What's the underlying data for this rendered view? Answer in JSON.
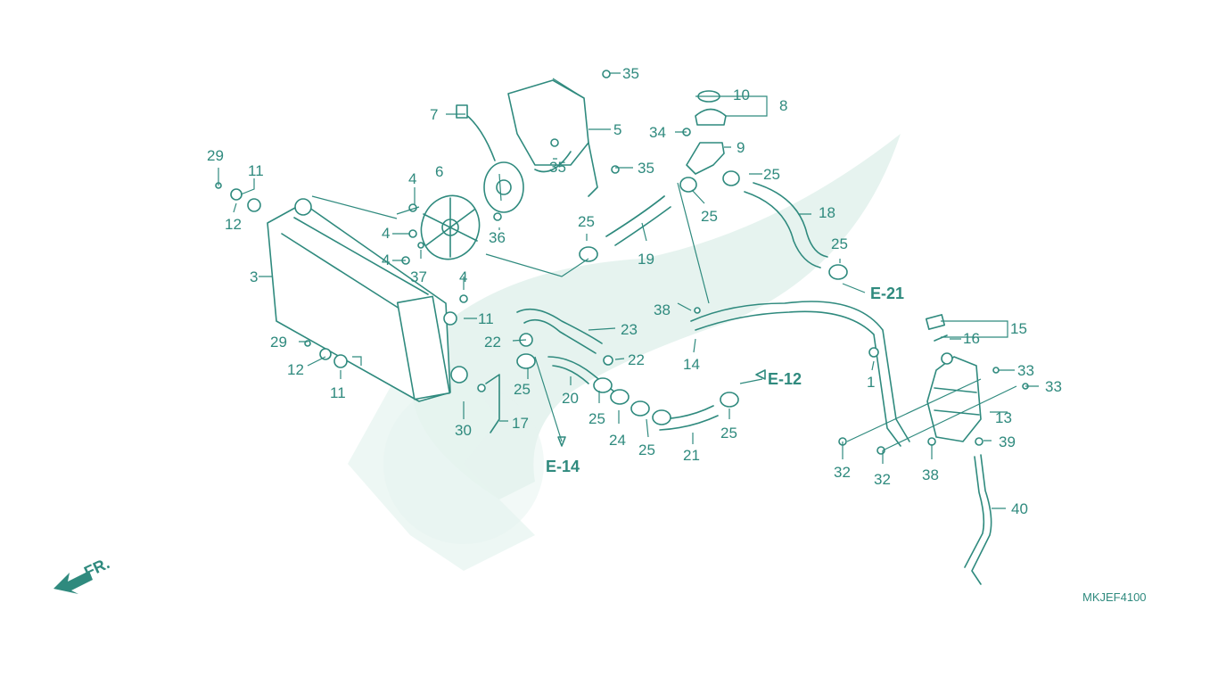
{
  "diagram": {
    "code": "MKJEF4100",
    "front_indicator": "FR.",
    "refs": [
      {
        "id": "ref-e21",
        "text": "E-21"
      },
      {
        "id": "ref-e12",
        "text": "E-12"
      },
      {
        "id": "ref-e14",
        "text": "E-14"
      }
    ],
    "callouts": [
      "35",
      "10",
      "8",
      "7",
      "5",
      "34",
      "9",
      "29",
      "11",
      "6",
      "4",
      "25",
      "35",
      "35",
      "25",
      "18",
      "12",
      "25",
      "36",
      "19",
      "4",
      "25",
      "3",
      "4",
      "37",
      "4",
      "11",
      "38",
      "23",
      "15",
      "16",
      "29",
      "22",
      "22",
      "14",
      "12",
      "11",
      "25",
      "1",
      "33",
      "33",
      "20",
      "13",
      "30",
      "17",
      "25",
      "24",
      "25",
      "21",
      "25",
      "39",
      "32",
      "32",
      "38",
      "40",
      "E-12"
    ]
  },
  "colors": {
    "line": "#2f8a7e",
    "watermark": "#e6f3ef"
  }
}
